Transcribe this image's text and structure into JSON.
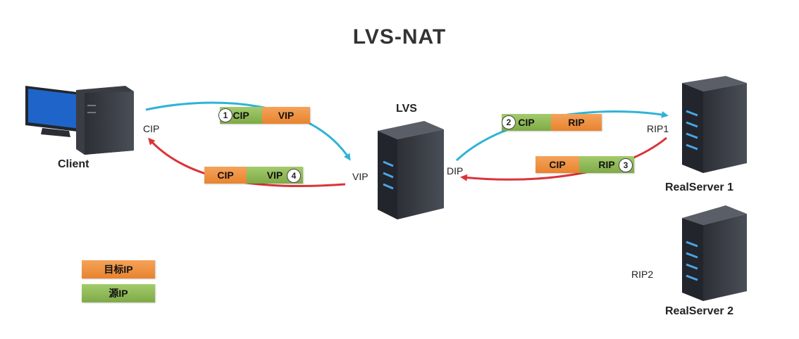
{
  "title": "LVS-NAT",
  "client": {
    "label": "Client",
    "cip_label": "CIP"
  },
  "lvs": {
    "label": "LVS",
    "vip_label": "VIP",
    "dip_label": "DIP"
  },
  "realserver1": {
    "label": "RealServer 1",
    "rip_label": "RIP1"
  },
  "realserver2": {
    "label": "RealServer 2",
    "rip_label": "RIP2"
  },
  "packets": [
    {
      "step": "1",
      "src": "CIP",
      "dst": "VIP"
    },
    {
      "step": "2",
      "src": "CIP",
      "dst": "RIP"
    },
    {
      "step": "3",
      "src": "RIP",
      "dst": "CIP"
    },
    {
      "step": "4",
      "src": "VIP",
      "dst": "CIP"
    }
  ],
  "legend": {
    "dst_ip": "目标IP",
    "src_ip": "源IP"
  },
  "colors": {
    "request_arrow": "#2fb3d6",
    "response_arrow": "#d9343a",
    "src_ip": "#8fbb57",
    "dst_ip": "#ee9140"
  }
}
